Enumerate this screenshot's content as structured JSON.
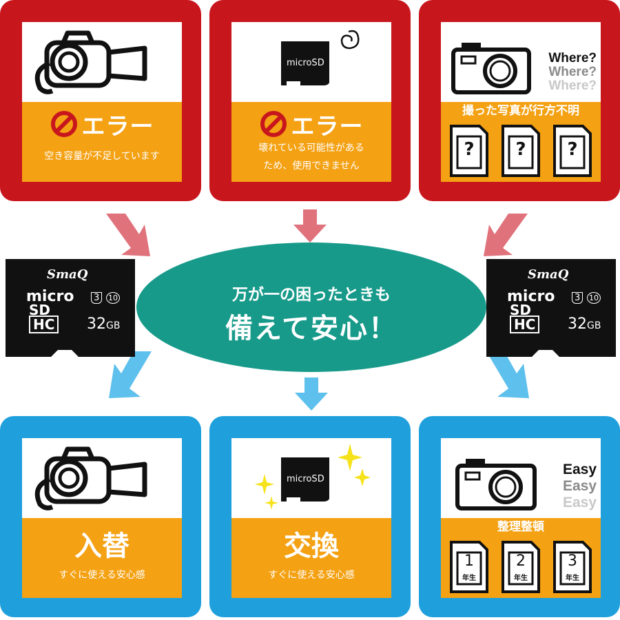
{
  "top": {
    "camcorder_error": {
      "error_label": "エラー",
      "message": "空き容量が不足しています"
    },
    "microsd_error": {
      "card_label": "microSD",
      "error_label": "エラー",
      "message_line1": "壊れている可能性がある",
      "message_line2": "ため、使用できません"
    },
    "lost_photos": {
      "where": [
        "Where?",
        "Where?",
        "Where?"
      ],
      "title": "撮った写真が行方不明",
      "cards": [
        "?",
        "?",
        "?"
      ]
    }
  },
  "center": {
    "line1": "万が一の困ったときも",
    "line2": "備えて安心！"
  },
  "sd_card": {
    "brand": "SmaQ",
    "micro": "micro",
    "sd": "SD",
    "hc": "HC",
    "uhs": "3",
    "speed_class": "10",
    "capacity": "32",
    "unit": "GB"
  },
  "bottom": {
    "camcorder": {
      "title": "入替",
      "message": "すぐに使える安心感"
    },
    "microsd": {
      "card_label": "microSD",
      "title": "交換",
      "message": "すぐに使える安心感"
    },
    "organize": {
      "easy": [
        "Easy",
        "Easy",
        "Easy"
      ],
      "title": "整理整頓",
      "cards": [
        {
          "num": "1",
          "label": "年生"
        },
        {
          "num": "2",
          "label": "年生"
        },
        {
          "num": "3",
          "label": "年生"
        }
      ]
    }
  },
  "colors": {
    "red": "#c8161d",
    "blue": "#1fa0dd",
    "orange": "#f4a113",
    "teal": "#179a8a",
    "pink_arrow": "#e0727c",
    "blue_arrow": "#5ec0ec"
  }
}
